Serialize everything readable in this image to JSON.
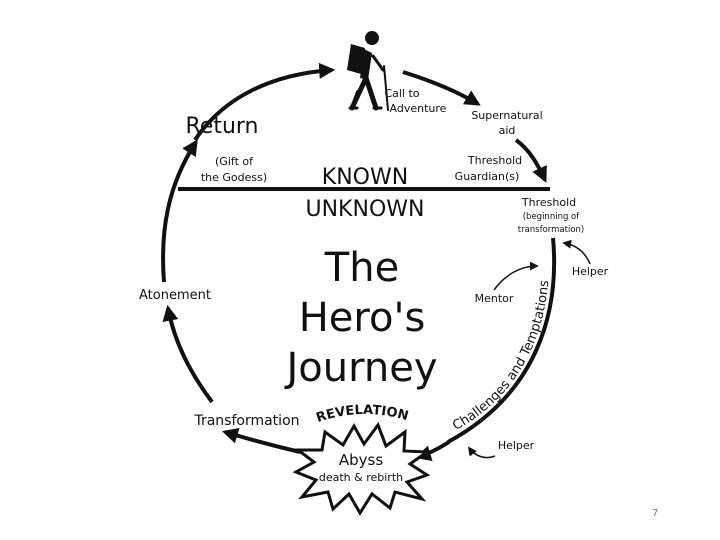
{
  "diagram": {
    "stages": {
      "call_to_adventure": [
        "Call to",
        "Adventure"
      ],
      "supernatural_aid": [
        "Supernatural",
        "aid"
      ],
      "threshold_guardians": [
        "Threshold",
        "Guardian(s)"
      ],
      "threshold": "Threshold",
      "threshold_note": [
        "(beginning of",
        "transformation)"
      ],
      "helper_top": "Helper",
      "mentor": "Mentor",
      "challenges": "Challenges and Temptations",
      "helper_bottom": "Helper",
      "abyss": "Abyss",
      "abyss_sub": "death & rebirth",
      "revelation": "REVELATION",
      "transformation": "Transformation",
      "atonement": "Atonement",
      "return": "Return",
      "gift": [
        "(Gift of",
        "the Godess)"
      ]
    },
    "zones": {
      "known": "KNOWN",
      "unknown": "UNKNOWN"
    },
    "title": [
      "The",
      "Hero's",
      "Journey"
    ],
    "colors": {
      "ink": "#111111",
      "page_number": "#7a7a7a"
    },
    "icons": {
      "hero": "hiker-icon"
    }
  },
  "footer": {
    "page_number": "7"
  }
}
